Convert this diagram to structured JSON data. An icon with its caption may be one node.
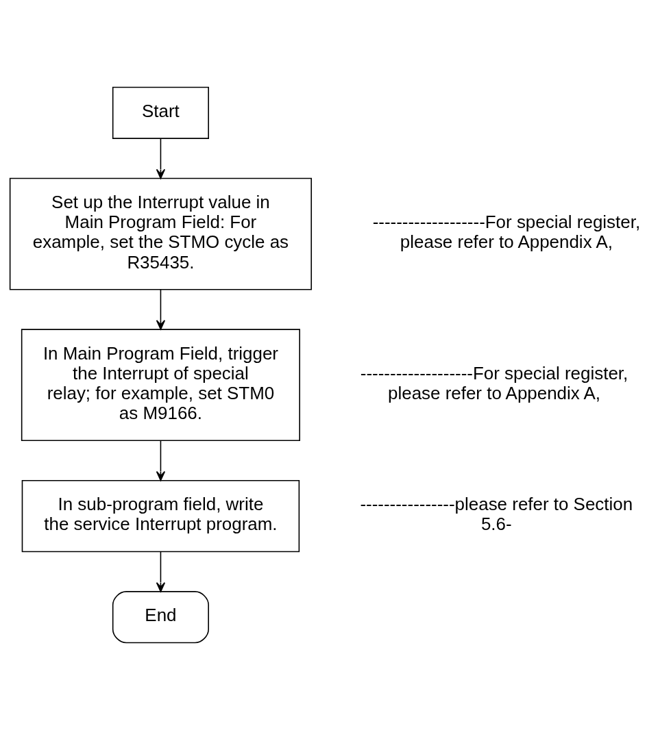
{
  "diagram": {
    "nodes": [
      {
        "text": [
          "Start"
        ]
      },
      {
        "text": [
          "Set up the Interrupt value in Main Program Field: For example, set the STMO cycle as R35435."
        ],
        "beside": [
          "-------------------For special register, please refer to Appendix A,"
        ]
      },
      {
        "text": [
          "In Main Program Field, trigger the Interrupt of special relay; for example, set STM0 as M9166."
        ],
        "beside": [
          "-------------------For special register, please refer to Appendix A,"
        ]
      },
      {
        "text": [
          "In sub-program field, write the service Interrupt program."
        ],
        "beside": [
          "----------------please refer to Section 5.6-"
        ]
      },
      {
        "text": [
          "End"
        ]
      }
    ],
    "edges": [
      {
        "from": 0,
        "to": 1,
        "arrow": "to"
      },
      {
        "from": 1,
        "to": 2,
        "arrow": "to"
      },
      {
        "from": 2,
        "to": 3,
        "arrow": "to"
      },
      {
        "from": 3,
        "to": 4,
        "arrow": "to"
      }
    ]
  }
}
